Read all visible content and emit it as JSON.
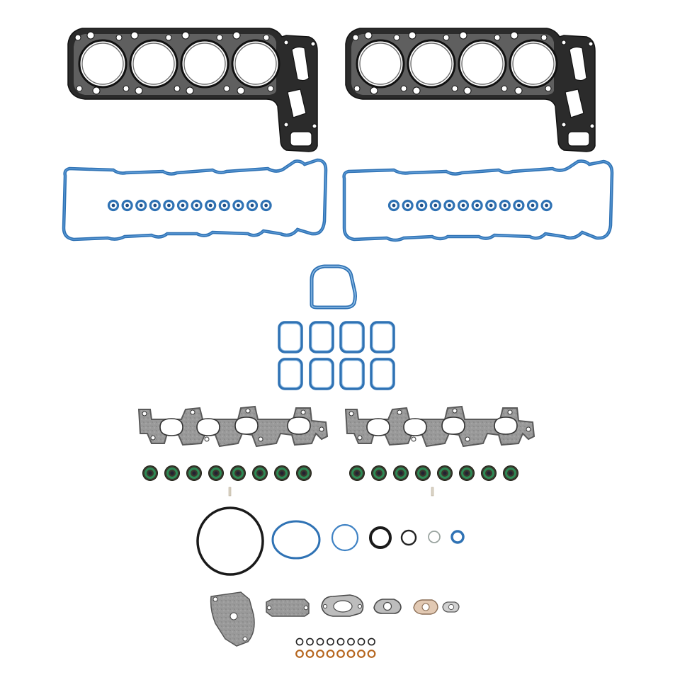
{
  "image": {
    "subject": "engine-gasket-set",
    "background": "#ffffff",
    "colors": {
      "head_gasket": "#2b2b2b",
      "head_gasket_metal": "#8a8a8a",
      "valve_cover_seal": "#2f72b4",
      "valve_cover_seal_light": "#5b9ad6",
      "manifold_gasket": "#5a5a5a",
      "manifold_gasket_fill": "#9c9c9c",
      "valve_stem_seal_body": "#3a3a2e",
      "valve_stem_seal_ring": "#2e8a55",
      "o_ring_black": "#1a1a1a",
      "o_ring_blue": "#2f72b4",
      "copper_washer": "#b5651d"
    },
    "parts": [
      {
        "name": "cylinder-head-gasket",
        "count": 2
      },
      {
        "name": "valve-cover-gasket",
        "count": 2
      },
      {
        "name": "spark-plug-tube-seal",
        "count": 24
      },
      {
        "name": "thermostat-housing-gasket",
        "count": 1
      },
      {
        "name": "intake-manifold-port-seal",
        "count": 8
      },
      {
        "name": "exhaust-manifold-gasket",
        "count": 2
      },
      {
        "name": "valve-stem-seal",
        "count": 16
      },
      {
        "name": "o-ring",
        "count": 7
      },
      {
        "name": "misc-gasket",
        "count": 6
      },
      {
        "name": "washer",
        "count": 16
      }
    ]
  }
}
